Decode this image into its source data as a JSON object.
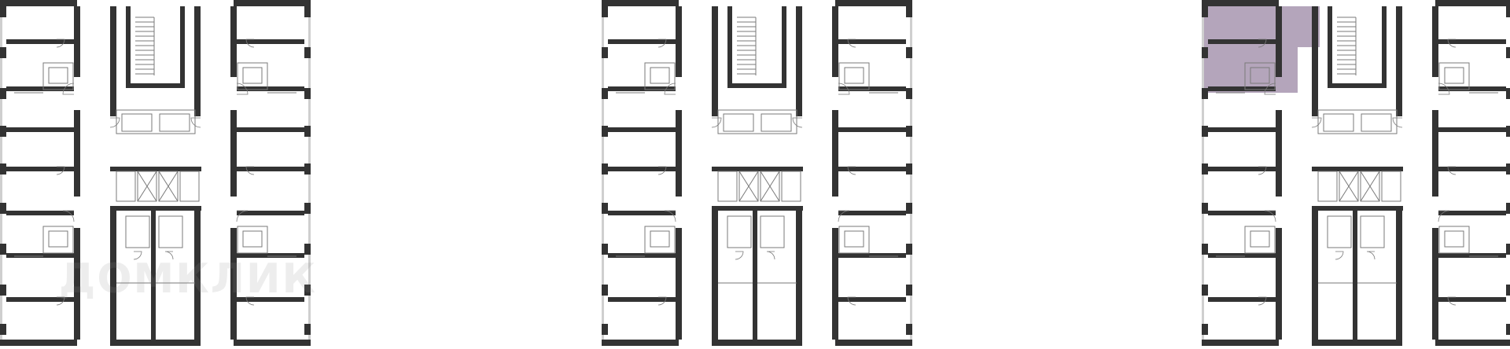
{
  "colors": {
    "wall": "#333333",
    "line": "#7a7a7a",
    "highlight": "#b4a5bb",
    "window": "#cfcfcf"
  },
  "watermark": {
    "text": "ДОМКЛИК"
  },
  "plans": [
    {
      "id": "plan-left",
      "highlighted": false
    },
    {
      "id": "plan-center",
      "highlighted": false
    },
    {
      "id": "plan-right",
      "highlighted": true
    }
  ]
}
